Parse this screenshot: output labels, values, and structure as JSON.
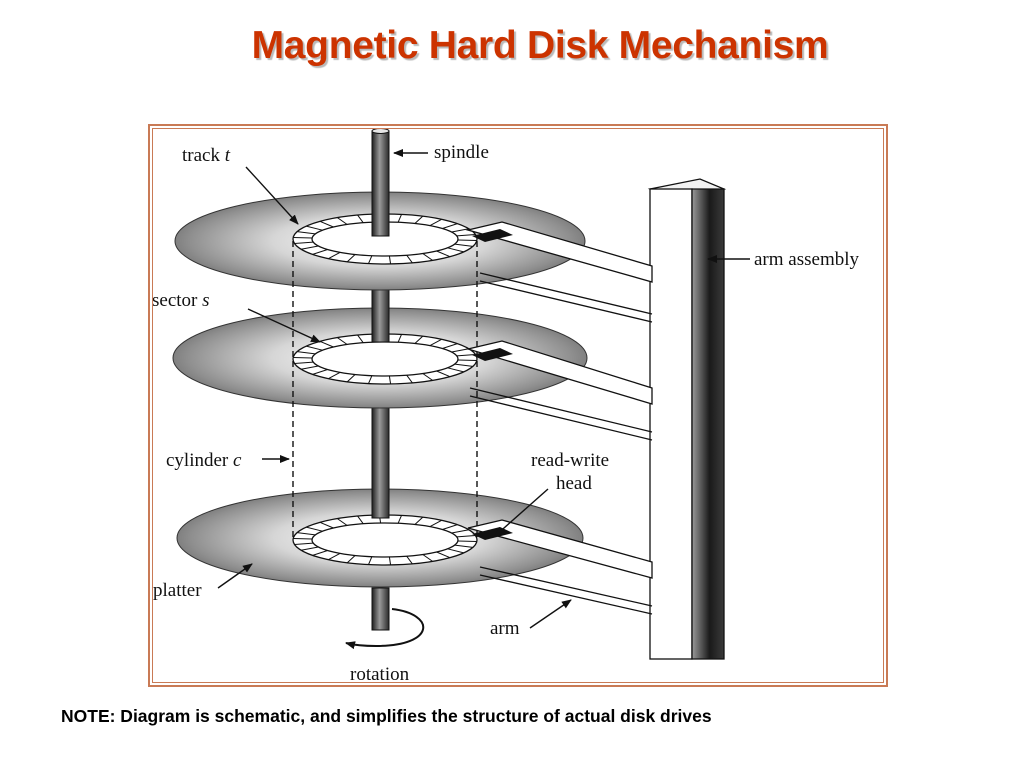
{
  "slide": {
    "title": "Magnetic Hard Disk Mechanism",
    "note": "NOTE: Diagram is schematic, and simplifies the structure of actual disk drives"
  },
  "diagram": {
    "labels": {
      "track": "track",
      "track_var": "t",
      "spindle": "spindle",
      "arm_assembly": "arm assembly",
      "sector": "sector",
      "sector_var": "s",
      "cylinder": "cylinder",
      "cylinder_var": "c",
      "read_write_1": "read-write",
      "read_write_2": "head",
      "platter": "platter",
      "arm": "arm",
      "rotation": "rotation"
    }
  },
  "colors": {
    "title": "#cc3300",
    "frame": "#c97a55"
  }
}
